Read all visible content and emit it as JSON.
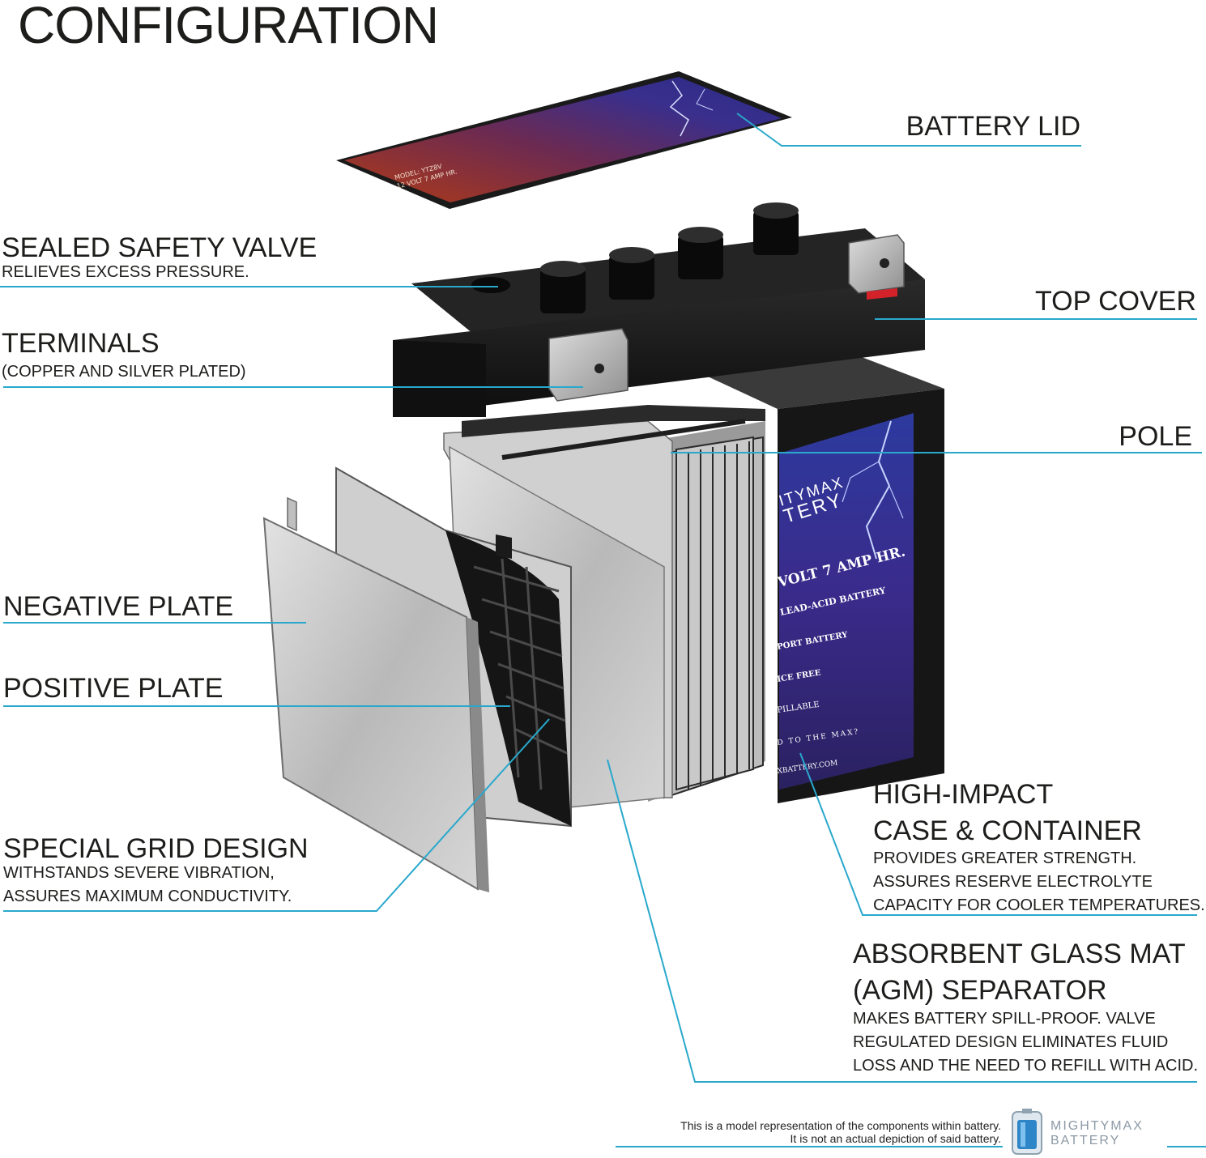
{
  "title": "CONFIGURATION",
  "labels": {
    "battery_lid": {
      "title": "BATTERY LID"
    },
    "sealed_safety_valve": {
      "title": "SEALED SAFETY VALVE",
      "desc": [
        "RELIEVES EXCESS PRESSURE."
      ]
    },
    "top_cover": {
      "title": "TOP COVER"
    },
    "terminals": {
      "title": "TERMINALS",
      "desc": [
        "(COPPER AND SILVER PLATED)"
      ]
    },
    "pole": {
      "title": "POLE"
    },
    "negative_plate": {
      "title": "NEGATIVE PLATE"
    },
    "positive_plate": {
      "title": "POSITIVE PLATE"
    },
    "special_grid_design": {
      "title": "SPECIAL GRID DESIGN",
      "desc": [
        "WITHSTANDS SEVERE VIBRATION,",
        "ASSURES MAXIMUM CONDUCTIVITY."
      ]
    },
    "high_impact_case": {
      "title": [
        "HIGH-IMPACT",
        "CASE & CONTAINER"
      ],
      "desc": [
        "PROVIDES GREATER STRENGTH.",
        "ASSURES RESERVE ELECTROLYTE",
        "CAPACITY FOR COOLER TEMPERATURES."
      ]
    },
    "agm_separator": {
      "title": [
        "ABSORBENT GLASS MAT",
        "(AGM) SEPARATOR"
      ],
      "desc": [
        "MAKES BATTERY SPILL-PROOF. VALVE",
        "REGULATED DESIGN ELIMINATES FLUID",
        "LOSS AND THE NEED TO REFILL WITH ACID."
      ]
    }
  },
  "lid_print": [
    "MODEL: YTZ8V",
    "12 VOLT 7 AMP HR."
  ],
  "case_print": {
    "brand": [
      "ITYMAX",
      "TERY"
    ],
    "lines": [
      "VOLT 7 AMP HR.",
      "LEAD-ACID BATTERY",
      "PORT BATTERY",
      "ICE FREE",
      "PILLABLE",
      "D TO THE MAX?",
      "XBATTERY.COM"
    ]
  },
  "disclaimer": [
    "This is a model representation of the components within battery.",
    "It is not an actual depiction of said battery."
  ],
  "logo": {
    "line1": "MIGHTYMAX",
    "line2": "BATTERY"
  },
  "colors": {
    "leader": "#29a8cc",
    "text": "#1d1d1b",
    "case": "#1a1a1a",
    "plate": "#c4c4c4",
    "label_bg": "#3b2a8c"
  }
}
